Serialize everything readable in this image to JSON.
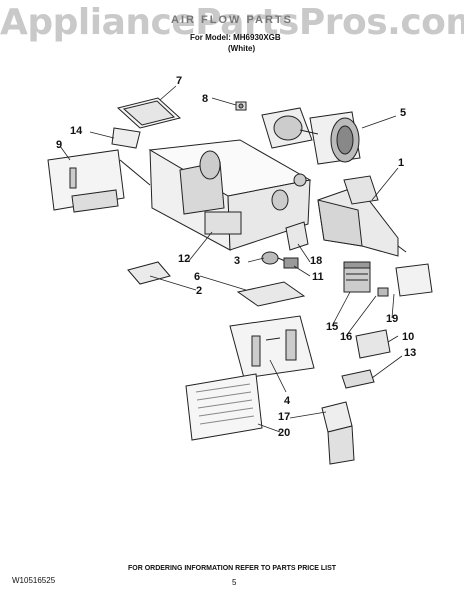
{
  "watermark": "AppliancePartsPros.com",
  "header": {
    "title": "AIR FLOW PARTS",
    "subtitle": "For Model: MH6930XGB",
    "color": "(White)"
  },
  "callouts": {
    "c1": "1",
    "c2": "2",
    "c3": "3",
    "c4": "4",
    "c5": "5",
    "c6": "6",
    "c7": "7",
    "c8": "8",
    "c9": "9",
    "c10": "10",
    "c11": "11",
    "c12": "12",
    "c13": "13",
    "c14": "14",
    "c15": "15",
    "c16": "16",
    "c17": "17",
    "c18": "18",
    "c19": "19",
    "c20": "20"
  },
  "footer": {
    "doc_number": "W10516525",
    "ordering_note": "FOR ORDERING INFORMATION REFER TO PARTS PRICE LIST",
    "page": "5"
  }
}
